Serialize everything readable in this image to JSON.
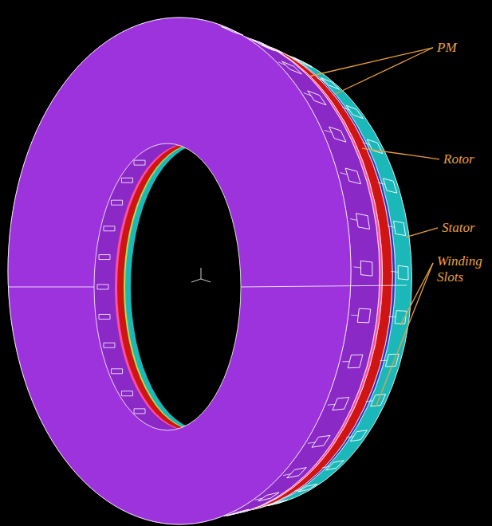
{
  "diagram": {
    "labels": [
      "PM",
      "Rotor",
      "Stator",
      "Winding Slots"
    ]
  }
}
